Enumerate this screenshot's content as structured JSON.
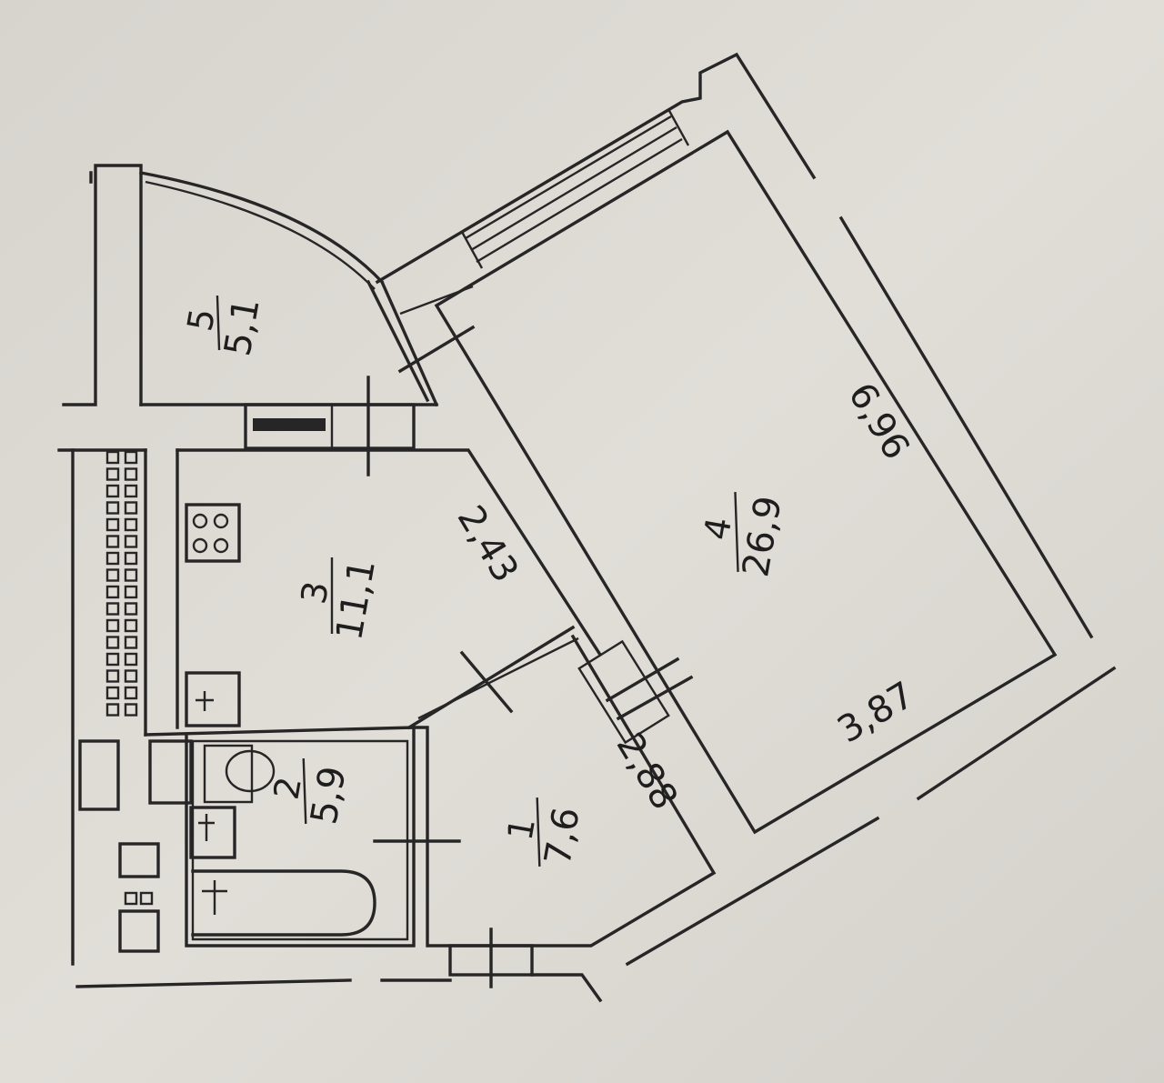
{
  "rooms": [
    {
      "number": "1",
      "area": "7,6"
    },
    {
      "number": "2",
      "area": "5,9"
    },
    {
      "number": "3",
      "area": "11,1"
    },
    {
      "number": "4",
      "area": "26,9"
    },
    {
      "number": "5",
      "area": "5,1"
    }
  ],
  "dimensions": [
    "6,96",
    "3,87",
    "2,43",
    "2,88"
  ]
}
